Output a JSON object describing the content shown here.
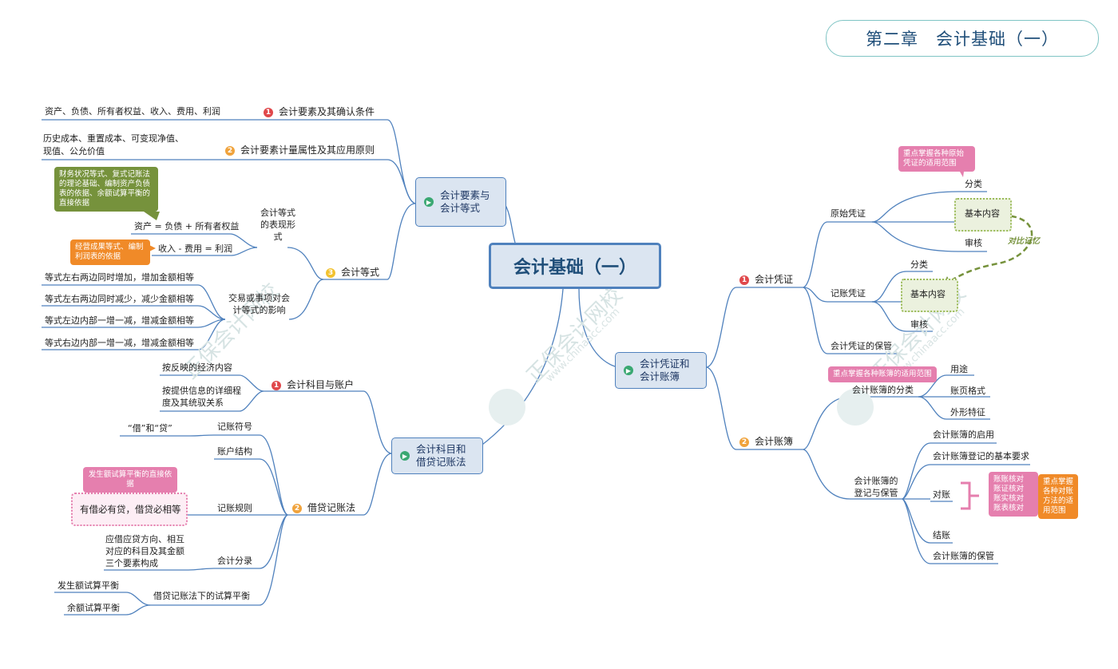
{
  "header": {
    "title": "第二章　会计基础（一）"
  },
  "center": {
    "title": "会计基础（一）"
  },
  "watermark": {
    "cn": "正保会计网校",
    "url": "www.chinaacc.com"
  },
  "left_top": {
    "title": "会计要素与会计等式",
    "items": {
      "i1": {
        "num": "1",
        "label": "会计要素及其确认条件",
        "leaf": "资产、负债、所有者权益、收入、费用、利润"
      },
      "i2": {
        "num": "2",
        "label": "会计要素计量属性及其应用原则",
        "leaf": "历史成本、重置成本、可变现净值、现值、公允价值"
      },
      "i3": {
        "num": "3",
        "label": "会计等式",
        "forms_label": "会计等式的表现形式",
        "form1": "资产 = 负债 + 所有者权益",
        "form2": "收入 - 费用 = 利润",
        "note_green": "财务状况等式、复式记账法的理论基础、编制资产负债表的依据、余额试算平衡的直接依据",
        "note_orange": "经营成果等式、编制利润表的依据",
        "impact_label": "交易或事项对会计等式的影响",
        "impacts": [
          "等式左右两边同时增加，增加金额相等",
          "等式左右两边同时减少，减少金额相等",
          "等式左边内部一增一减，增减金额相等",
          "等式右边内部一增一减，增减金额相等"
        ]
      }
    }
  },
  "left_bottom": {
    "title": "会计科目和借贷记账法",
    "i1": {
      "num": "1",
      "label": "会计科目与账户",
      "leaf1": "按反映的经济内容",
      "leaf2": "按提供信息的详细程度及其统驭关系"
    },
    "i2": {
      "num": "2",
      "label": "借贷记账法",
      "symbol": "记账符号",
      "symbol_leaf": "“借”和“贷”",
      "structure": "账户结构",
      "rule": "记账规则",
      "rule_leaf": "有借必有贷，借贷必相等",
      "rule_note": "发生额试算平衡的直接依据",
      "entry": "会计分录",
      "entry_leaf": "应借应贷方向、相互对应的科目及其金额三个要素构成",
      "trial": "借贷记账法下的试算平衡",
      "trial1": "发生额试算平衡",
      "trial2": "余额试算平衡"
    }
  },
  "right": {
    "title": "会计凭证和会计账簿",
    "i1": {
      "num": "1",
      "label": "会计凭证",
      "orig": "原始凭证",
      "orig_note": "重点掌握各种原始凭证的适用范围",
      "orig_items": [
        "分类",
        "基本内容",
        "审核"
      ],
      "compare": "对比记忆",
      "book": "记账凭证",
      "book_items": [
        "分类",
        "基本内容",
        "审核"
      ],
      "keep": "会计凭证的保管"
    },
    "i2": {
      "num": "2",
      "label": "会计账簿",
      "class": "会计账簿的分类",
      "class_note": "重点掌握各种账簿的适用范围",
      "class_items": [
        "用途",
        "账页格式",
        "外形特征"
      ],
      "reg": "会计账簿的登记与保管",
      "reg_items": [
        "会计账簿的启用",
        "会计账簿登记的基本要求",
        "对账",
        "结账",
        "会计账簿的保管"
      ],
      "check_items": [
        "账账核对",
        "账证核对",
        "账实核对",
        "账表核对"
      ],
      "check_note": "重点掌握各种对账方法的适用范围"
    }
  }
}
